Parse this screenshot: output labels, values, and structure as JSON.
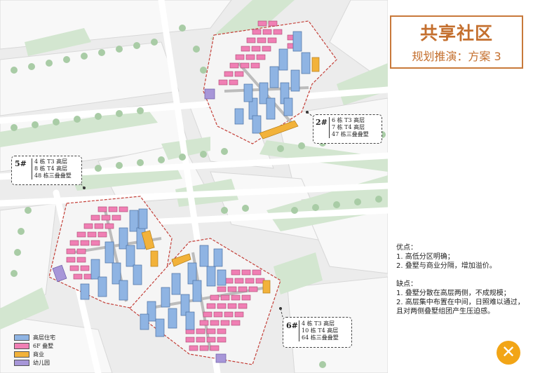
{
  "title": {
    "main": "共享社区",
    "sub": "规划推演：方案 3"
  },
  "notes": {
    "pros_head": "优点：",
    "pros": [
      "1. 高低分区明确；",
      "2. 叠墅与商业分隔，增加溢价。"
    ],
    "cons_head": "缺点：",
    "cons": [
      "1. 叠墅分散在高层两侧，不成规模；",
      "2. 高层集中布置在中间，日照难以通过，且对两侧叠墅组团产生压迫感。"
    ]
  },
  "callouts": [
    {
      "id": "5#",
      "lines": [
        "4 栋 T3 高层",
        "8 栋 T4 高层",
        "48 栋三叠叠墅"
      ]
    },
    {
      "id": "2#",
      "lines": [
        "6 栋 T3 高层",
        "7 栋 T4 高层",
        "47 栋三叠叠墅"
      ]
    },
    {
      "id": "6#",
      "lines": [
        "4 栋 T3 高层",
        "10 栋 T4 高层",
        "64 栋三叠叠墅"
      ]
    }
  ],
  "legend": [
    {
      "label": "高层住宅",
      "color": "#8fb4e3"
    },
    {
      "label": "6F 叠墅",
      "color": "#f07fb4"
    },
    {
      "label": "商业",
      "color": "#f2b23a"
    },
    {
      "label": "幼儿园",
      "color": "#a796d8"
    }
  ],
  "colors": {
    "accent": "#c46f2e",
    "close": "#f2a516",
    "green": "#cfe3cc",
    "road": "#e3e3e3",
    "block": "#f7f7f7"
  },
  "icons": {
    "close": "close-icon"
  },
  "close_label": "✕"
}
